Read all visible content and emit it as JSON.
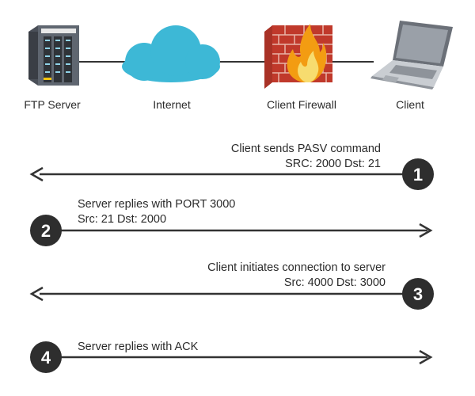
{
  "nodes": {
    "ftp_server": "FTP Server",
    "internet": "Internet",
    "client_firewall": "Client Firewall",
    "client": "Client"
  },
  "steps": [
    {
      "number": "1",
      "line1": "Client sends PASV command",
      "line2": "SRC: 2000 Dst: 21",
      "direction": "left"
    },
    {
      "number": "2",
      "line1": "Server replies with PORT 3000",
      "line2": "Src: 21 Dst: 2000",
      "direction": "right"
    },
    {
      "number": "3",
      "line1": "Client initiates connection to server",
      "line2": "Src: 4000 Dst: 3000",
      "direction": "left"
    },
    {
      "number": "4",
      "line1": "Server replies with ACK",
      "direction": "right"
    }
  ],
  "colors": {
    "arrow": "#333333",
    "badge": "#2e2e2e",
    "cloud": "#3db8d6",
    "brick": "#c0392b",
    "flame": "#f39c12"
  }
}
